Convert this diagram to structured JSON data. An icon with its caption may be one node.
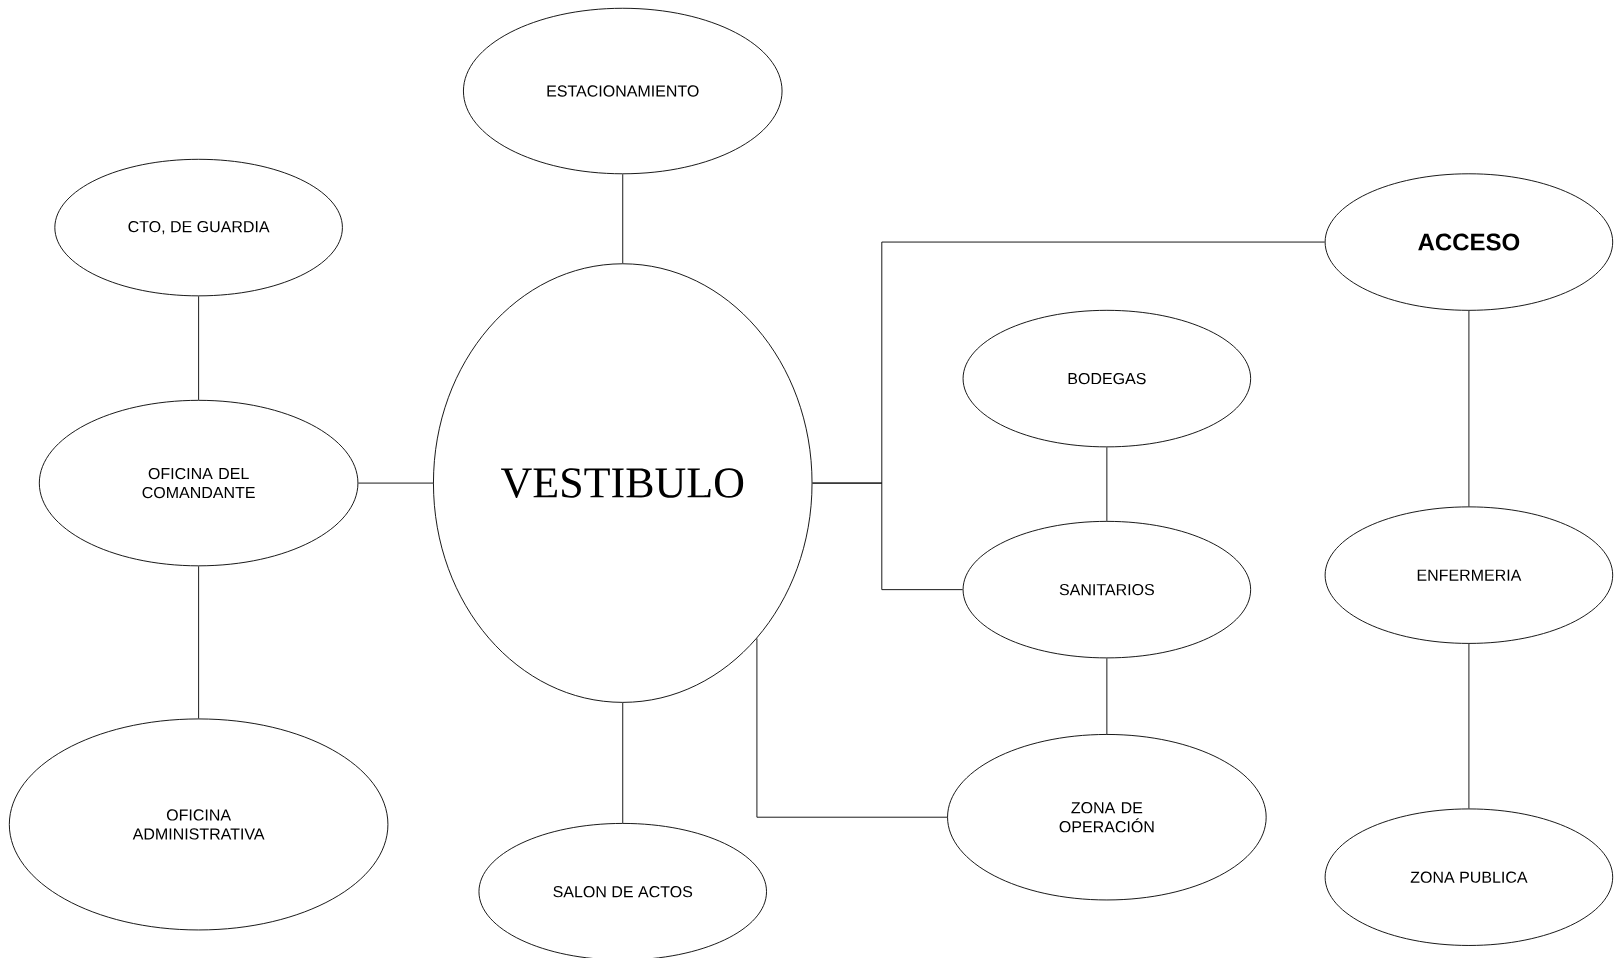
{
  "diagram": {
    "nodes": [
      {
        "text": [
          "ESTACIONAMIENTO"
        ]
      },
      {
        "text": [
          "CTO, DE GUARDIA"
        ]
      },
      {
        "text": [
          "ACCESO"
        ]
      },
      {
        "text": [
          "BODEGAS"
        ]
      },
      {
        "text": [
          "OFICINA DEL COMANDANTE"
        ]
      },
      {
        "text": [
          "VESTIBULO"
        ]
      },
      {
        "text": [
          "SANITARIOS"
        ]
      },
      {
        "text": [
          "ENFERMERIA"
        ]
      },
      {
        "text": [
          "OFICINA ADMINISTRATIVA"
        ]
      },
      {
        "text": [
          "SALON DE ACTOS"
        ]
      },
      {
        "text": [
          "ZONA DE OPERACIÓN"
        ]
      },
      {
        "text": [
          "ZONA PUBLICA"
        ]
      }
    ],
    "edges": [
      {
        "from": 0,
        "to": 5,
        "arrow": "none"
      },
      {
        "from": 1,
        "to": 4,
        "arrow": "none"
      },
      {
        "from": 4,
        "to": 5,
        "arrow": "none"
      },
      {
        "from": 4,
        "to": 8,
        "arrow": "none"
      },
      {
        "from": 5,
        "to": 9,
        "arrow": "none"
      },
      {
        "from": 5,
        "to": 2,
        "arrow": "none"
      },
      {
        "from": 5,
        "to": 6,
        "arrow": "none"
      },
      {
        "from": 5,
        "to": 10,
        "arrow": "none"
      },
      {
        "from": 3,
        "to": 6,
        "arrow": "none"
      },
      {
        "from": 6,
        "to": 10,
        "arrow": "none"
      },
      {
        "from": 2,
        "to": 7,
        "arrow": "none"
      },
      {
        "from": 7,
        "to": 11,
        "arrow": "none"
      }
    ]
  }
}
